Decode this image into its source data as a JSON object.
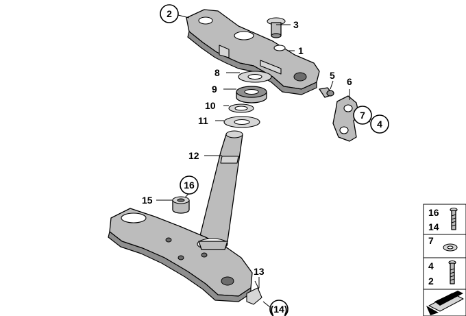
{
  "callouts": {
    "c1": "1",
    "c2": "2",
    "c3": "3",
    "c4": "4",
    "c5": "5",
    "c6": "6",
    "c7": "7",
    "c8": "8",
    "c9": "9",
    "c10": "10",
    "c11": "11",
    "c12": "12",
    "c13": "13",
    "c14": "(14)",
    "c15": "15",
    "c16": "16"
  },
  "legend": {
    "row1_top": "16",
    "row1_bottom": "14",
    "row2": "7",
    "row3_top": "4",
    "row3_bottom": "2"
  },
  "icons": {
    "bolt": "bolt-icon",
    "washer": "washer-icon",
    "arrow": "direction-arrow-icon"
  }
}
